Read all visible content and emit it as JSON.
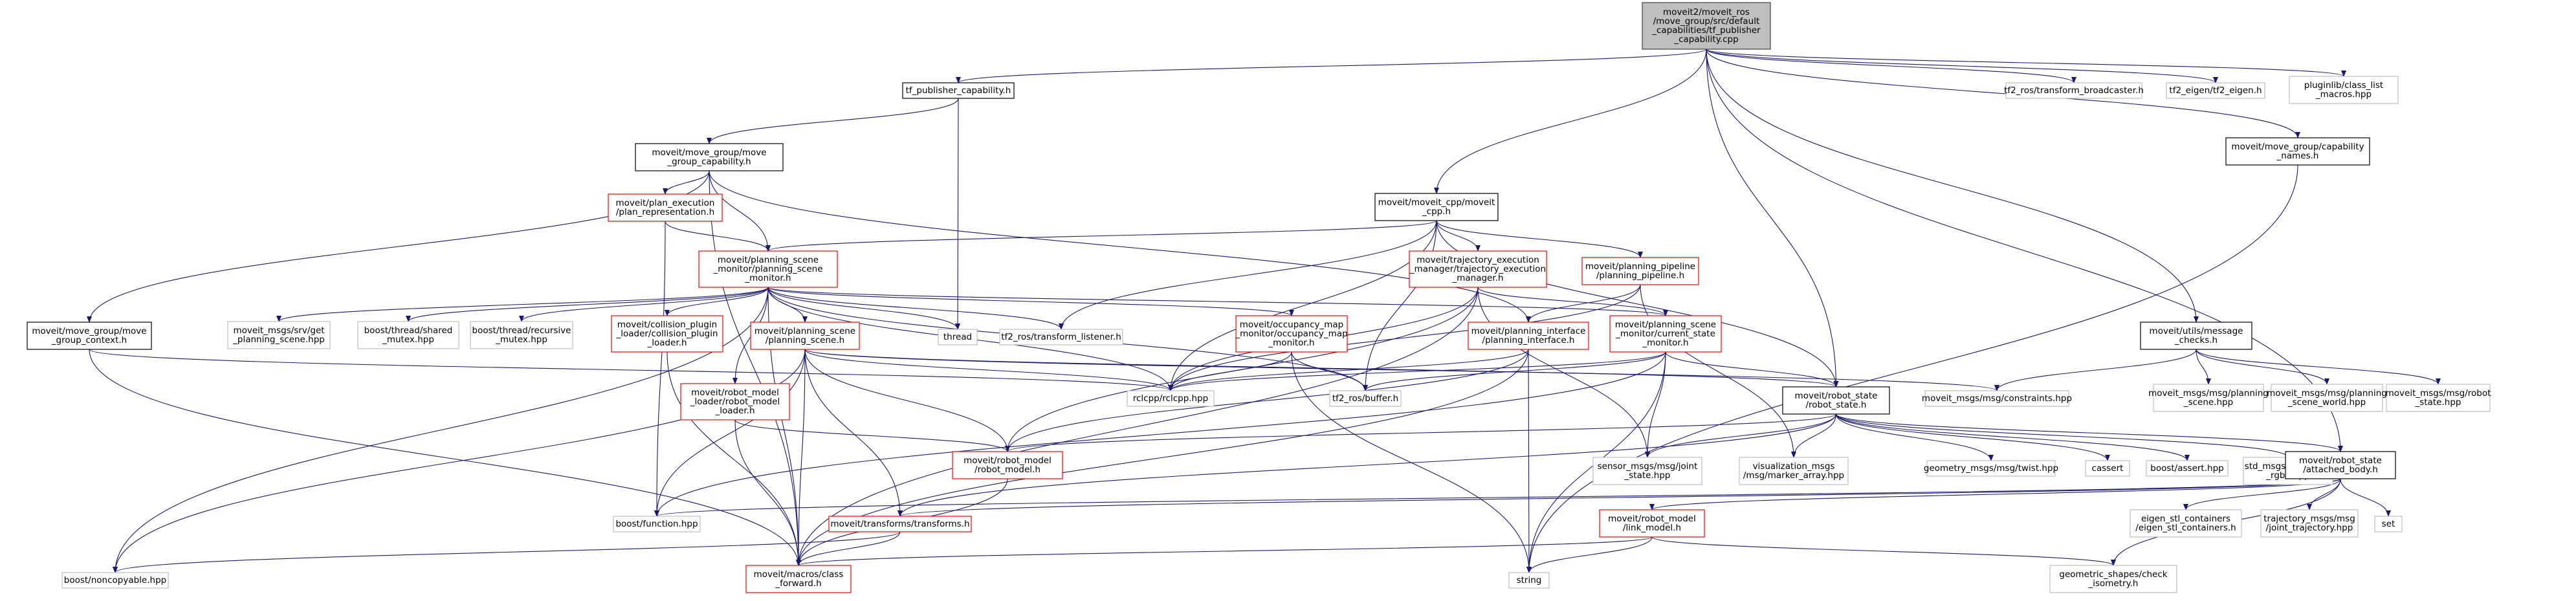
{
  "colors": {
    "root_fill": "#bfbfbf",
    "root_stroke": "#404040",
    "documented_stroke": "#000000",
    "red_stroke": "#ff0000",
    "external_stroke": "#bfbfbf",
    "edge": "#191970",
    "background": "#ffffff"
  },
  "nodes": [
    {
      "id": "root",
      "kind": "root",
      "lines": [
        "moveit2/moveit_ros",
        "/move_group/src/default",
        "_capabilities/tf_publisher",
        "_capability.cpp"
      ]
    },
    {
      "id": "tfpub",
      "kind": "documented",
      "lines": [
        "tf_publisher_capability.h"
      ]
    },
    {
      "id": "tfbroad",
      "kind": "external",
      "lines": [
        "tf2_ros/transform_broadcaster.h"
      ]
    },
    {
      "id": "tfeigen",
      "kind": "external",
      "lines": [
        "tf2_eigen/tf2_eigen.h"
      ]
    },
    {
      "id": "pluginlib",
      "kind": "external",
      "lines": [
        "pluginlib/class_list",
        "_macros.hpp"
      ]
    },
    {
      "id": "mgcap",
      "kind": "documented",
      "lines": [
        "moveit/move_group/move",
        "_group_capability.h"
      ]
    },
    {
      "id": "capnames",
      "kind": "documented",
      "lines": [
        "moveit/move_group/capability",
        "_names.h"
      ]
    },
    {
      "id": "mcpp",
      "kind": "documented",
      "lines": [
        "moveit/moveit_cpp/moveit",
        "_cpp.h"
      ]
    },
    {
      "id": "planrep",
      "kind": "red",
      "lines": [
        "moveit/plan_execution",
        "/plan_representation.h"
      ]
    },
    {
      "id": "psm",
      "kind": "red",
      "lines": [
        "moveit/planning_scene",
        "_monitor/planning_scene",
        "_monitor.h"
      ]
    },
    {
      "id": "tem",
      "kind": "red",
      "lines": [
        "moveit/trajectory_execution",
        "_manager/trajectory_execution",
        "_manager.h"
      ]
    },
    {
      "id": "ppipe",
      "kind": "red",
      "lines": [
        "moveit/planning_pipeline",
        "/planning_pipeline.h"
      ]
    },
    {
      "id": "msgchk",
      "kind": "documented",
      "lines": [
        "moveit/utils/message",
        "_checks.h"
      ]
    },
    {
      "id": "mgctx",
      "kind": "documented",
      "lines": [
        "moveit/move_group/move",
        "_group_context.h"
      ]
    },
    {
      "id": "getps",
      "kind": "external",
      "lines": [
        "moveit_msgs/srv/get",
        "_planning_scene.hpp"
      ]
    },
    {
      "id": "shmutex",
      "kind": "external",
      "lines": [
        "boost/thread/shared",
        "_mutex.hpp"
      ]
    },
    {
      "id": "recmutex",
      "kind": "external",
      "lines": [
        "boost/thread/recursive",
        "_mutex.hpp"
      ]
    },
    {
      "id": "cplugin",
      "kind": "red",
      "lines": [
        "moveit/collision_plugin",
        "_loader/collision_plugin",
        "_loader.h"
      ]
    },
    {
      "id": "psh",
      "kind": "red",
      "lines": [
        "moveit/planning_scene",
        "/planning_scene.h"
      ]
    },
    {
      "id": "thread",
      "kind": "external",
      "lines": [
        "thread"
      ]
    },
    {
      "id": "tflisten",
      "kind": "external",
      "lines": [
        "tf2_ros/transform_listener.h"
      ]
    },
    {
      "id": "occmap",
      "kind": "red",
      "lines": [
        "moveit/occupancy_map",
        "_monitor/occupancy_map",
        "_monitor.h"
      ]
    },
    {
      "id": "pintf",
      "kind": "red",
      "lines": [
        "moveit/planning_interface",
        "/planning_interface.h"
      ]
    },
    {
      "id": "csm",
      "kind": "red",
      "lines": [
        "moveit/planning_scene",
        "_monitor/current_state",
        "_monitor.h"
      ]
    },
    {
      "id": "rclcpp",
      "kind": "external",
      "lines": [
        "rclcpp/rclcpp.hpp"
      ]
    },
    {
      "id": "tfbuf",
      "kind": "external",
      "lines": [
        "tf2_ros/buffer.h"
      ]
    },
    {
      "id": "constraints",
      "kind": "external",
      "lines": [
        "moveit_msgs/msg/constraints.hpp"
      ]
    },
    {
      "id": "mpscene",
      "kind": "external",
      "lines": [
        "moveit_msgs/msg/planning",
        "_scene.hpp"
      ]
    },
    {
      "id": "mpworld",
      "kind": "external",
      "lines": [
        "moveit_msgs/msg/planning",
        "_scene_world.hpp"
      ]
    },
    {
      "id": "mrstate",
      "kind": "external",
      "lines": [
        "moveit_msgs/msg/robot",
        "_state.hpp"
      ]
    },
    {
      "id": "rml",
      "kind": "red",
      "lines": [
        "moveit/robot_model",
        "_loader/robot_model",
        "_loader.h"
      ]
    },
    {
      "id": "rsh",
      "kind": "documented",
      "lines": [
        "moveit/robot_state",
        "/robot_state.h"
      ]
    },
    {
      "id": "rmh",
      "kind": "red",
      "lines": [
        "moveit/robot_model",
        "/robot_model.h"
      ]
    },
    {
      "id": "jointstate",
      "kind": "external",
      "lines": [
        "sensor_msgs/msg/joint",
        "_state.hpp"
      ]
    },
    {
      "id": "markerarr",
      "kind": "external",
      "lines": [
        "visualization_msgs",
        "/msg/marker_array.hpp"
      ]
    },
    {
      "id": "twist",
      "kind": "external",
      "lines": [
        "geometry_msgs/msg/twist.hpp"
      ]
    },
    {
      "id": "cassert",
      "kind": "external",
      "lines": [
        "cassert"
      ]
    },
    {
      "id": "bassert",
      "kind": "external",
      "lines": [
        "boost/assert.hpp"
      ]
    },
    {
      "id": "colorrgba",
      "kind": "external",
      "lines": [
        "std_msgs/msg/color",
        "_rgba.hpp"
      ]
    },
    {
      "id": "attached",
      "kind": "documented",
      "lines": [
        "moveit/robot_state",
        "/attached_body.h"
      ]
    },
    {
      "id": "bfunc",
      "kind": "external",
      "lines": [
        "boost/function.hpp"
      ]
    },
    {
      "id": "transforms",
      "kind": "red",
      "lines": [
        "moveit/transforms/transforms.h"
      ]
    },
    {
      "id": "linkmodel",
      "kind": "red",
      "lines": [
        "moveit/robot_model",
        "/link_model.h"
      ]
    },
    {
      "id": "eigenstl",
      "kind": "external",
      "lines": [
        "eigen_stl_containers",
        "/eigen_stl_containers.h"
      ]
    },
    {
      "id": "jtraj",
      "kind": "external",
      "lines": [
        "trajectory_msgs/msg",
        "/joint_trajectory.hpp"
      ]
    },
    {
      "id": "set",
      "kind": "external",
      "lines": [
        "set"
      ]
    },
    {
      "id": "noncopy",
      "kind": "external",
      "lines": [
        "boost/noncopyable.hpp"
      ]
    },
    {
      "id": "classfwd",
      "kind": "red",
      "lines": [
        "moveit/macros/class",
        "_forward.h"
      ]
    },
    {
      "id": "string",
      "kind": "external",
      "lines": [
        "string"
      ]
    },
    {
      "id": "geomiso",
      "kind": "external",
      "lines": [
        "geometric_shapes/check",
        "_isometry.h"
      ]
    }
  ],
  "edges": [
    [
      "root",
      "tfpub"
    ],
    [
      "root",
      "tfbroad"
    ],
    [
      "root",
      "tfeigen"
    ],
    [
      "root",
      "pluginlib"
    ],
    [
      "root",
      "capnames"
    ],
    [
      "root",
      "mcpp"
    ],
    [
      "root",
      "rsh"
    ],
    [
      "root",
      "msgchk"
    ],
    [
      "root",
      "attached"
    ],
    [
      "tfpub",
      "mgcap"
    ],
    [
      "tfpub",
      "thread"
    ],
    [
      "mgcap",
      "planrep"
    ],
    [
      "mgcap",
      "psm"
    ],
    [
      "mgcap",
      "mgctx"
    ],
    [
      "mgcap",
      "pintf"
    ],
    [
      "mgcap",
      "classfwd"
    ],
    [
      "capnames",
      "string"
    ],
    [
      "mcpp",
      "psm"
    ],
    [
      "mcpp",
      "tem"
    ],
    [
      "mcpp",
      "ppipe"
    ],
    [
      "mcpp",
      "rclcpp"
    ],
    [
      "mcpp",
      "tfbuf"
    ],
    [
      "mcpp",
      "tflisten"
    ],
    [
      "mcpp",
      "rsh"
    ],
    [
      "planrep",
      "psm"
    ],
    [
      "planrep",
      "bfunc"
    ],
    [
      "psm",
      "getps"
    ],
    [
      "psm",
      "shmutex"
    ],
    [
      "psm",
      "recmutex"
    ],
    [
      "psm",
      "cplugin"
    ],
    [
      "psm",
      "psh"
    ],
    [
      "psm",
      "thread"
    ],
    [
      "psm",
      "tflisten"
    ],
    [
      "psm",
      "occmap"
    ],
    [
      "psm",
      "csm"
    ],
    [
      "psm",
      "rclcpp"
    ],
    [
      "psm",
      "tfbuf"
    ],
    [
      "psm",
      "rml"
    ],
    [
      "psm",
      "noncopy"
    ],
    [
      "psm",
      "classfwd"
    ],
    [
      "tem",
      "csm"
    ],
    [
      "tem",
      "rclcpp"
    ],
    [
      "tem",
      "rmh"
    ],
    [
      "tem",
      "classfwd"
    ],
    [
      "tem",
      "jointstate"
    ],
    [
      "ppipe",
      "pintf"
    ],
    [
      "ppipe",
      "rclcpp"
    ],
    [
      "ppipe",
      "markerarr"
    ],
    [
      "msgchk",
      "mpscene"
    ],
    [
      "msgchk",
      "mpworld"
    ],
    [
      "msgchk",
      "mrstate"
    ],
    [
      "msgchk",
      "constraints"
    ],
    [
      "mgctx",
      "rclcpp"
    ],
    [
      "mgctx",
      "classfwd"
    ],
    [
      "cplugin",
      "classfwd"
    ],
    [
      "psh",
      "rsh"
    ],
    [
      "psh",
      "rmh"
    ],
    [
      "psh",
      "transforms"
    ],
    [
      "psh",
      "classfwd"
    ],
    [
      "psh",
      "bfunc"
    ],
    [
      "psh",
      "noncopy"
    ],
    [
      "psh",
      "constraints"
    ],
    [
      "psh",
      "rclcpp"
    ],
    [
      "occmap",
      "rclcpp"
    ],
    [
      "occmap",
      "tfbuf"
    ],
    [
      "occmap",
      "string"
    ],
    [
      "pintf",
      "rmh"
    ],
    [
      "pintf",
      "rclcpp"
    ],
    [
      "pintf",
      "classfwd"
    ],
    [
      "pintf",
      "string"
    ],
    [
      "csm",
      "rsh"
    ],
    [
      "csm",
      "rclcpp"
    ],
    [
      "csm",
      "tfbuf"
    ],
    [
      "csm",
      "jointstate"
    ],
    [
      "csm",
      "string"
    ],
    [
      "csm",
      "bfunc"
    ],
    [
      "rml",
      "rmh"
    ],
    [
      "rml",
      "classfwd"
    ],
    [
      "rsh",
      "rmh"
    ],
    [
      "rsh",
      "jointstate"
    ],
    [
      "rsh",
      "markerarr"
    ],
    [
      "rsh",
      "twist"
    ],
    [
      "rsh",
      "cassert"
    ],
    [
      "rsh",
      "bassert"
    ],
    [
      "rsh",
      "colorrgba"
    ],
    [
      "rsh",
      "attached"
    ],
    [
      "rsh",
      "transforms"
    ],
    [
      "rmh",
      "classfwd"
    ],
    [
      "attached",
      "linkmodel"
    ],
    [
      "attached",
      "transforms"
    ],
    [
      "attached",
      "eigenstl"
    ],
    [
      "attached",
      "jtraj"
    ],
    [
      "attached",
      "set"
    ],
    [
      "attached",
      "geomiso"
    ],
    [
      "attached",
      "bfunc"
    ],
    [
      "transforms",
      "classfwd"
    ],
    [
      "transforms",
      "noncopy"
    ],
    [
      "linkmodel",
      "classfwd"
    ],
    [
      "linkmodel",
      "string"
    ],
    [
      "linkmodel",
      "geomiso"
    ]
  ]
}
